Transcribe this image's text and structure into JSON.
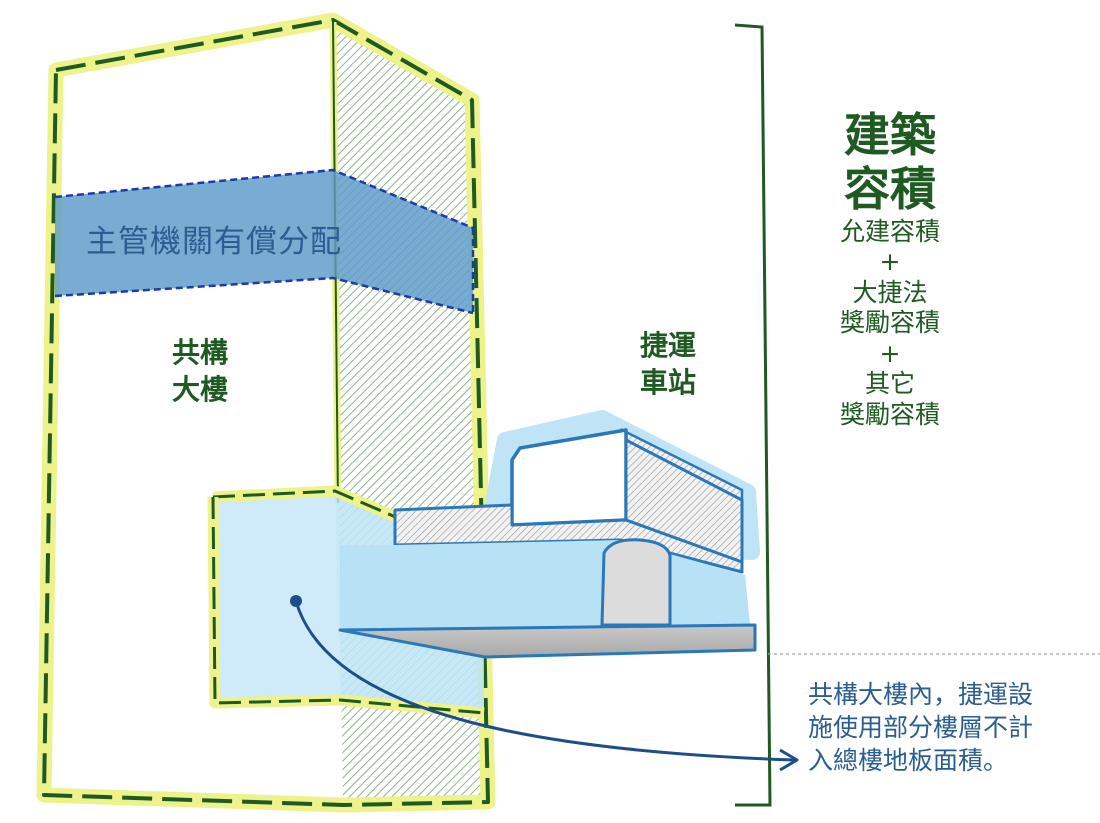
{
  "tower": {
    "line1": "共構",
    "line2": "大樓"
  },
  "station": {
    "line1": "捷運",
    "line2": "車站"
  },
  "band": {
    "label": "主管機關有償分配"
  },
  "far": {
    "title_line1": "建築",
    "title_line2": "容積",
    "lines": [
      "允建容積",
      "+",
      "大捷法",
      "獎勵容積",
      "+",
      "其它",
      "獎勵容積"
    ]
  },
  "note": {
    "lines": [
      "共構大樓內，捷運設",
      "施使用部分樓層不計",
      "入總樓地板面積。"
    ]
  },
  "colors": {
    "green": "#1f5a22",
    "yellow_glow": "#eef28a",
    "blue_band": "#5b9ac9",
    "blue_line": "#1d3aa8",
    "station_blue": "#2a78b8",
    "light_blue": "#bfe4f6",
    "note_blue": "#2a5e92"
  }
}
